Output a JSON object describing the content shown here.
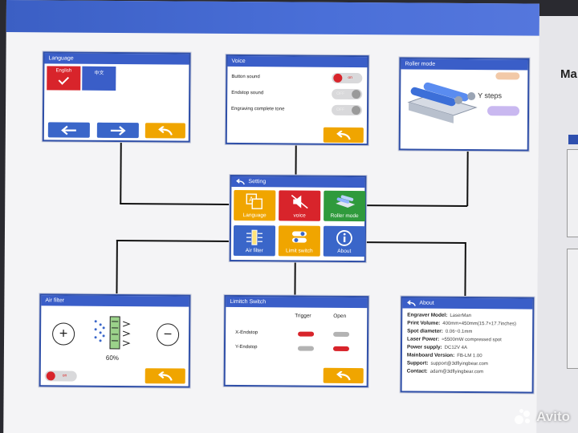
{
  "language": {
    "title": "Language",
    "options": [
      {
        "label": "English",
        "selected": true
      },
      {
        "label": "中文",
        "selected": false
      }
    ]
  },
  "voice": {
    "title": "Voice",
    "rows": [
      {
        "label": "Button sound",
        "state": "on"
      },
      {
        "label": "Endstop sound",
        "state": "OFF"
      },
      {
        "label": "Engraving complete tone",
        "state": "OFF"
      }
    ]
  },
  "roller": {
    "title": "Roller mode",
    "y_steps_label": "Y steps"
  },
  "setting": {
    "title": "Setting",
    "tiles": [
      {
        "label": "Language",
        "color": "#f0a500",
        "icon": "translate-icon"
      },
      {
        "label": "voice",
        "color": "#d8242b",
        "icon": "mute-speaker-icon"
      },
      {
        "label": "Roller mode",
        "color": "#2f9a3c",
        "icon": "roller-icon"
      },
      {
        "label": "Air filter",
        "color": "#3a66c9",
        "icon": "air-filter-icon"
      },
      {
        "label": "Limit switch",
        "color": "#f0a500",
        "icon": "toggle-switch-icon"
      },
      {
        "label": "About",
        "color": "#3a66c9",
        "icon": "info-icon"
      }
    ]
  },
  "air_filter": {
    "title": "Air filter",
    "level": "60%",
    "toggle_label": "on",
    "plus": "+",
    "minus": "−"
  },
  "limit_switch": {
    "title": "Limitch Switch",
    "col_trigger": "Trigger",
    "col_open": "Open",
    "rows": [
      {
        "label": "X-Endstop",
        "trigger": "red",
        "open": "gray"
      },
      {
        "label": "Y-Endstop",
        "trigger": "gray",
        "open": "red"
      }
    ]
  },
  "about": {
    "title": "About",
    "rows": [
      {
        "key": "Engraver Model:",
        "value": "LaserMan"
      },
      {
        "key": "Print Volume:",
        "value": "400mm×450mm(15.7×17.7inches)"
      },
      {
        "key": "Spot diameter:",
        "value": "0.06~0.1mm"
      },
      {
        "key": "Laser Power:",
        "value": "≈5500mW compressed spot"
      },
      {
        "key": "Power supply:",
        "value": "DC12V 4A"
      },
      {
        "key": "Mainboard Version:",
        "value": "FB-LM 1.00"
      },
      {
        "key": "Support:",
        "value": "support@3dflyingbear.com"
      },
      {
        "key": "Contact:",
        "value": "adam@3dflyingbear.com"
      }
    ]
  },
  "side_page": {
    "heading": "Ma"
  },
  "watermark": {
    "text": "Avito"
  },
  "colors": {
    "header_blue": "#3a5ec8",
    "accent_orange": "#f0a500",
    "accent_red": "#d8242b",
    "accent_green": "#2f9a3c"
  }
}
